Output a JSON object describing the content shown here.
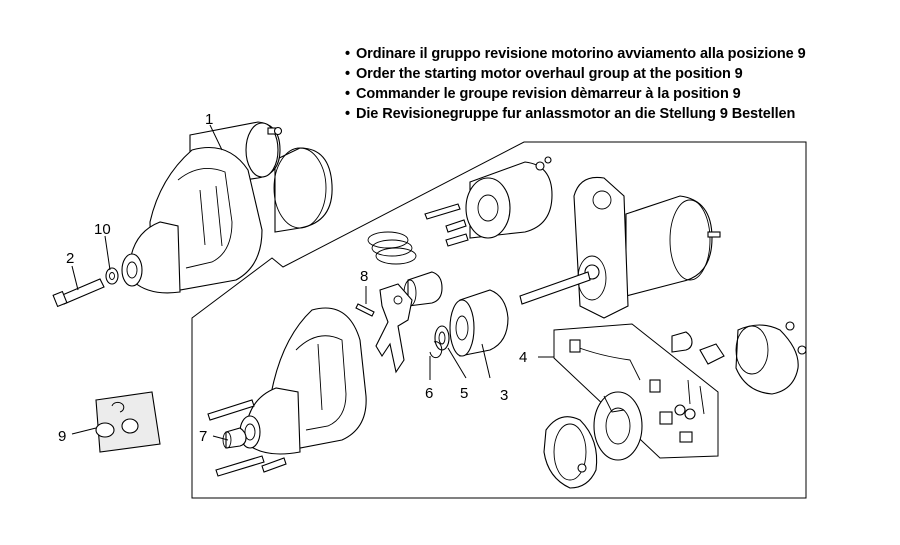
{
  "notes": [
    "Ordinare il gruppo revisione motorino avviamento alla posizione 9",
    "Order the starting motor overhaul group at the position 9",
    "Commander le groupe revision dèmarreur à la position 9",
    "Die Revisionegruppe fur anlassmotor an die Stellung 9 Bestellen"
  ],
  "bullet": "•",
  "callouts": {
    "c1": "1",
    "c2": "2",
    "c3": "3",
    "c4": "4",
    "c5": "5",
    "c6": "6",
    "c7": "7",
    "c8": "8",
    "c9": "9",
    "c10": "10"
  }
}
